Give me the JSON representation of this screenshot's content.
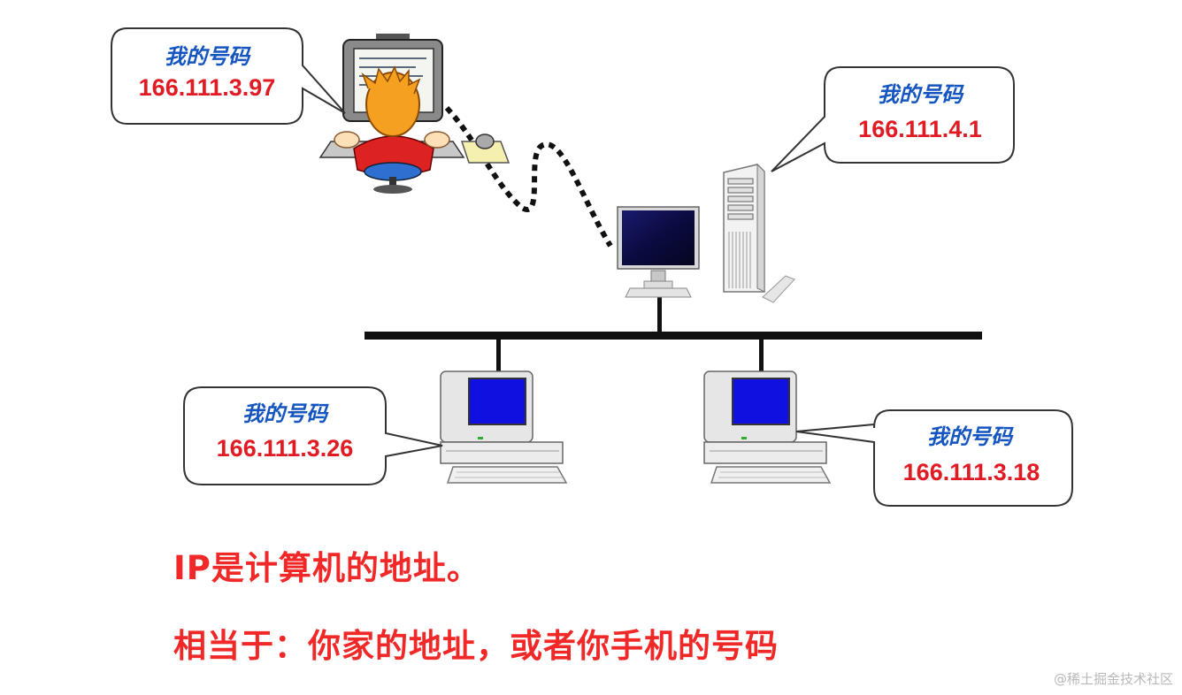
{
  "bubbles": [
    {
      "label": "我的号码",
      "ip": "166.111.3.97"
    },
    {
      "label": "我的号码",
      "ip": "166.111.4.1"
    },
    {
      "label": "我的号码",
      "ip": "166.111.3.26"
    },
    {
      "label": "我的号码",
      "ip": "166.111.3.18"
    }
  ],
  "captions": {
    "line1": "IP是计算机的地址。",
    "line2": "相当于：你家的地址，或者你手机的号码"
  },
  "watermark": "@稀土掘金技术社区",
  "colors": {
    "label_blue": "#1555c0",
    "ip_red": "#e01b24",
    "caption_red": "#f02828",
    "screen_blue": "#1010e0",
    "network_black": "#111111"
  }
}
